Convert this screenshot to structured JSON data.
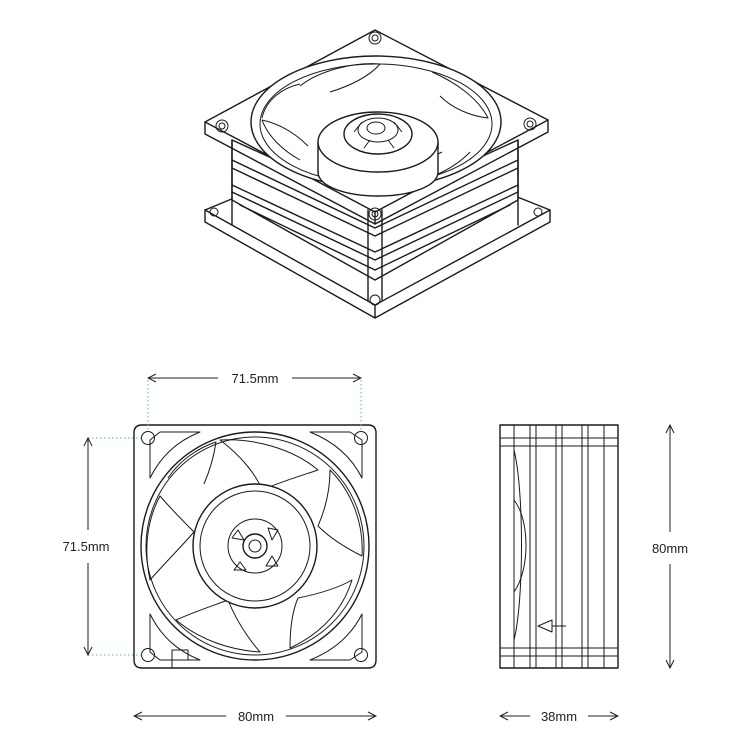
{
  "dimensions": {
    "front_hole_spacing_horizontal": "71.5mm",
    "front_hole_spacing_vertical": "71.5mm",
    "front_width": "80mm",
    "side_height": "80mm",
    "side_depth": "38mm"
  },
  "colors": {
    "line": "#1a1a1a",
    "extension_line": "#6aa9a8",
    "background": "#ffffff"
  }
}
